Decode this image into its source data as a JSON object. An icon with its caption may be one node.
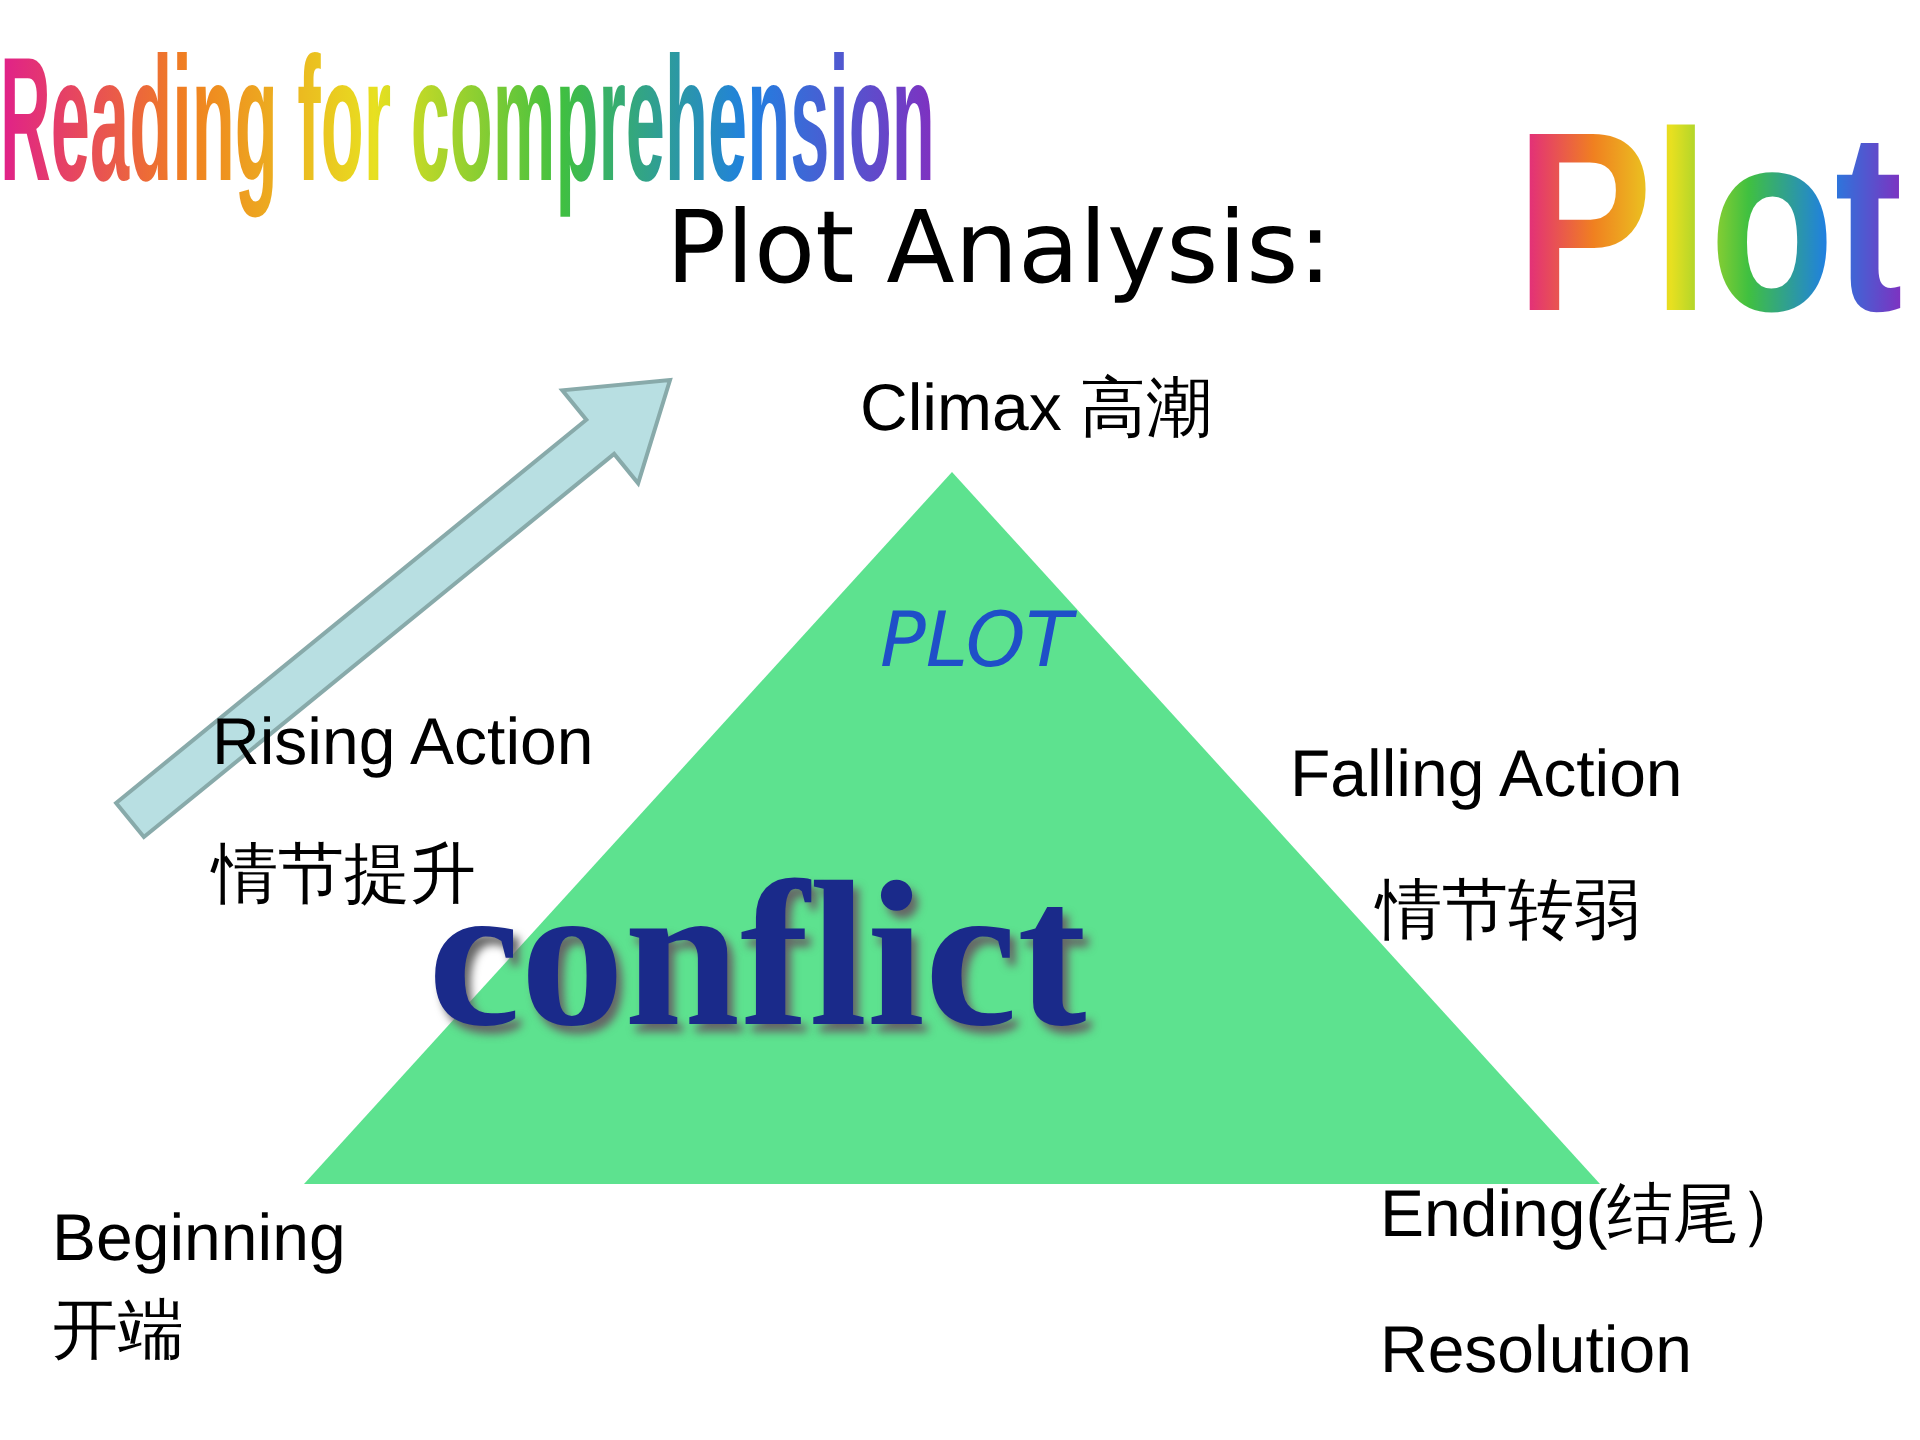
{
  "diagram": {
    "nodes": [
      {
        "text": [
          "PLOT",
          "conflict"
        ]
      }
    ],
    "labels": [
      "Reading for comprehension",
      "Plot Analysis:",
      "Plot",
      "Climax 高潮",
      "Rising Action",
      "情节提升",
      "Falling Action",
      "情节转弱",
      "Beginning",
      "开端",
      "Ending(结尾）",
      "Resolution"
    ]
  }
}
